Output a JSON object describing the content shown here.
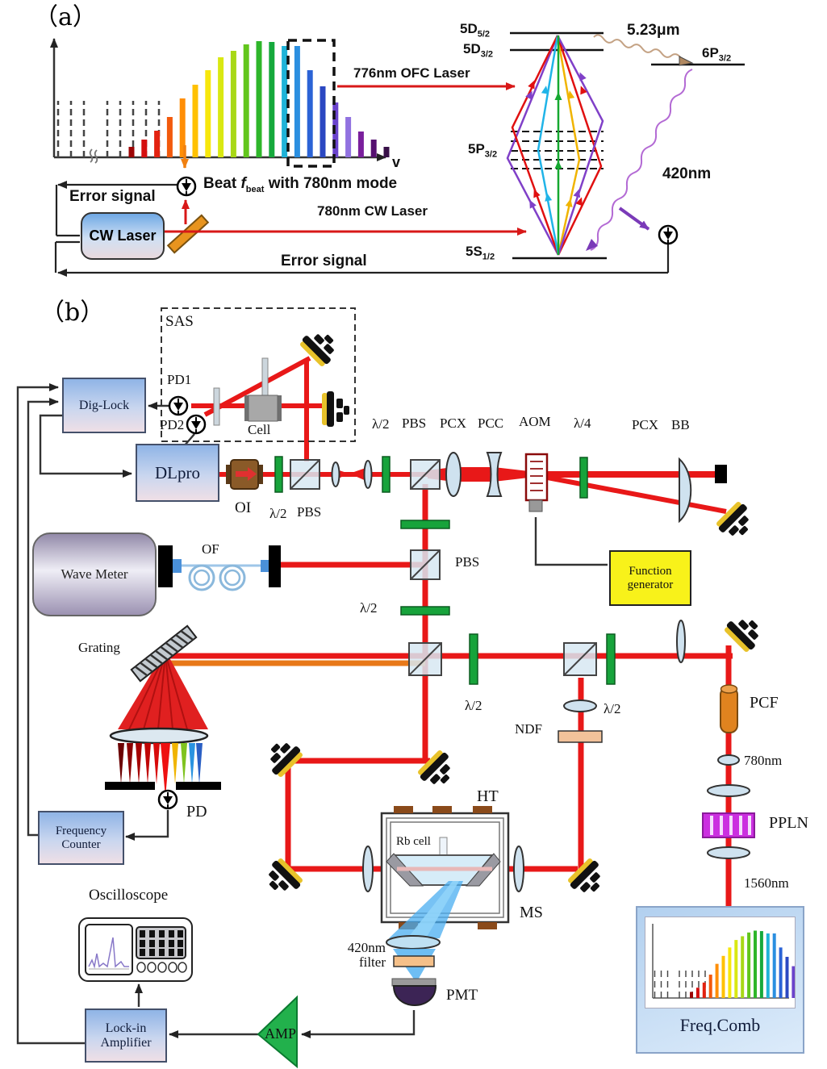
{
  "panel_a": {
    "tag": "（a）",
    "freq_axis_label": "v",
    "ofc_label": "776nm OFC Laser",
    "beat_label": {
      "pre": "Beat ",
      "f": "f",
      "sub": "beat",
      "post": " with 780nm mode"
    },
    "error_signal_top": "Error signal",
    "error_signal_bottom": "Error signal",
    "cw_laser": "CW Laser",
    "cw_beam_label": "780nm CW Laser",
    "ir_label": "5.23μm",
    "blue_label": "420nm",
    "levels": {
      "d52": {
        "base": "5D",
        "sub": "5/2"
      },
      "d32": {
        "base": "5D",
        "sub": "3/2"
      },
      "p62": {
        "base": "6P",
        "sub": "3/2"
      },
      "p52": {
        "base": "5P",
        "sub": "3/2"
      },
      "s12": {
        "base": "5S",
        "sub": "1/2"
      }
    },
    "comb": {
      "dash_dx": [
        5,
        21,
        37,
        66,
        82,
        98,
        114,
        130
      ],
      "bar_dx_start": 96,
      "bar_step": 15.8,
      "bar_heights": [
        13,
        22,
        33,
        50,
        73,
        90,
        108,
        124,
        132,
        140,
        144,
        143,
        138,
        138,
        108,
        88,
        68,
        50,
        32,
        22,
        13
      ],
      "bar_colors": [
        "#9c0505",
        "#d40f0f",
        "#e32210",
        "#f25a0d",
        "#ff8e06",
        "#ffc103",
        "#f7e70c",
        "#d9e812",
        "#a8d816",
        "#62c61c",
        "#2eb62a",
        "#16a93c",
        "#1fb3d8",
        "#2b8fe0",
        "#2b63d6",
        "#2b48c2",
        "#6a43cc",
        "#9172e0",
        "#7a1f9c",
        "#551070",
        "#381048"
      ]
    }
  },
  "panel_b": {
    "tag": "（b）",
    "labels": {
      "sas": "SAS",
      "pd1": "PD1",
      "pd2": "PD2",
      "cell": "Cell",
      "dig_lock": "Dig-Lock",
      "dlpro": "DLpro",
      "oi": "OI",
      "half_wave": "λ/2",
      "quarter_wave": "λ/4",
      "pbs": "PBS",
      "pcx": "PCX",
      "pcc": "PCC",
      "aom": "AOM",
      "bb": "BB",
      "wave_meter": "Wave Meter",
      "of": "OF",
      "function_generator": [
        "Function",
        "generator"
      ],
      "grating": "Grating",
      "ndf": "NDF",
      "ht": "HT",
      "rb_cell": "Rb cell",
      "ms": "MS",
      "pcf": "PCF",
      "nm780": "780nm",
      "ppln": "PPLN",
      "nm1560": "1560nm",
      "freq_comb": "Freq.Comb",
      "frequency_counter": [
        "Frequency",
        "Counter"
      ],
      "pd": "PD",
      "oscilloscope": "Oscilloscope",
      "lock_in": [
        "Lock-in",
        "Amplifier"
      ],
      "amp": "AMP",
      "filter_420": [
        "420nm",
        "filter"
      ],
      "pmt": "PMT"
    }
  }
}
